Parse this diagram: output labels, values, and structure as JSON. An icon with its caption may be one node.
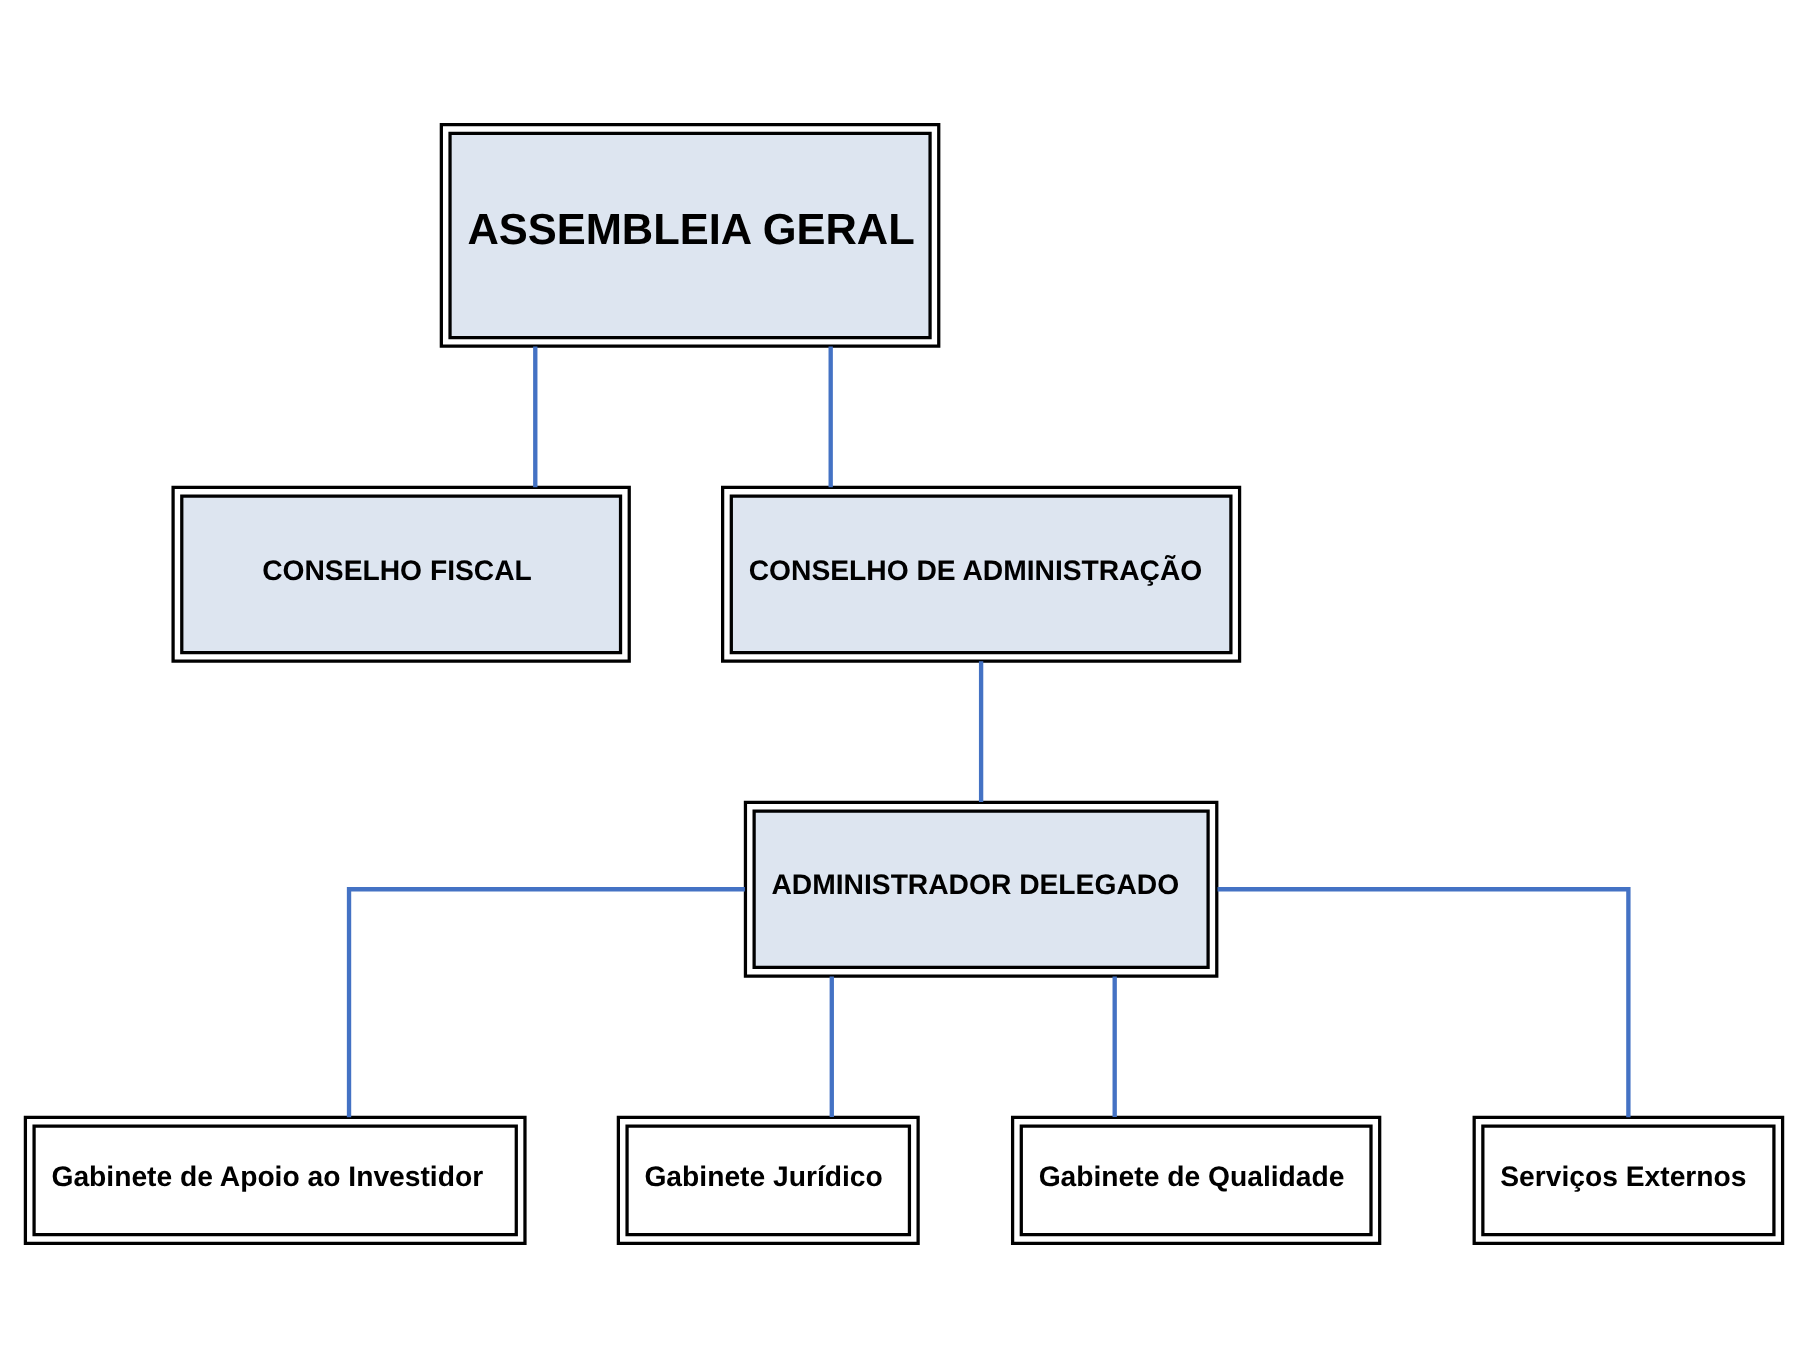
{
  "diagram": {
    "nodes": [
      {
        "text": [
          "ASSEMBLEIA GERAL"
        ]
      },
      {
        "text": [
          "CONSELHO FISCAL"
        ]
      },
      {
        "text": [
          "CONSELHO DE ADMINISTRAÇÃO"
        ]
      },
      {
        "text": [
          "ADMINISTRADOR DELEGADO"
        ]
      },
      {
        "text": [
          "Gabinete de Apoio ao Investidor"
        ]
      },
      {
        "text": [
          "Gabinete Jurídico"
        ]
      },
      {
        "text": [
          "Gabinete de Qualidade"
        ]
      },
      {
        "text": [
          "Serviços Externos"
        ]
      }
    ],
    "edges": [
      {
        "from": 0,
        "to": 1,
        "arrow": "none"
      },
      {
        "from": 0,
        "to": 2,
        "arrow": "none"
      },
      {
        "from": 2,
        "to": 3,
        "arrow": "none"
      },
      {
        "from": 3,
        "to": 4,
        "arrow": "none"
      },
      {
        "from": 3,
        "to": 5,
        "arrow": "none"
      },
      {
        "from": 3,
        "to": 6,
        "arrow": "none"
      },
      {
        "from": 3,
        "to": 7,
        "arrow": "none"
      }
    ]
  }
}
